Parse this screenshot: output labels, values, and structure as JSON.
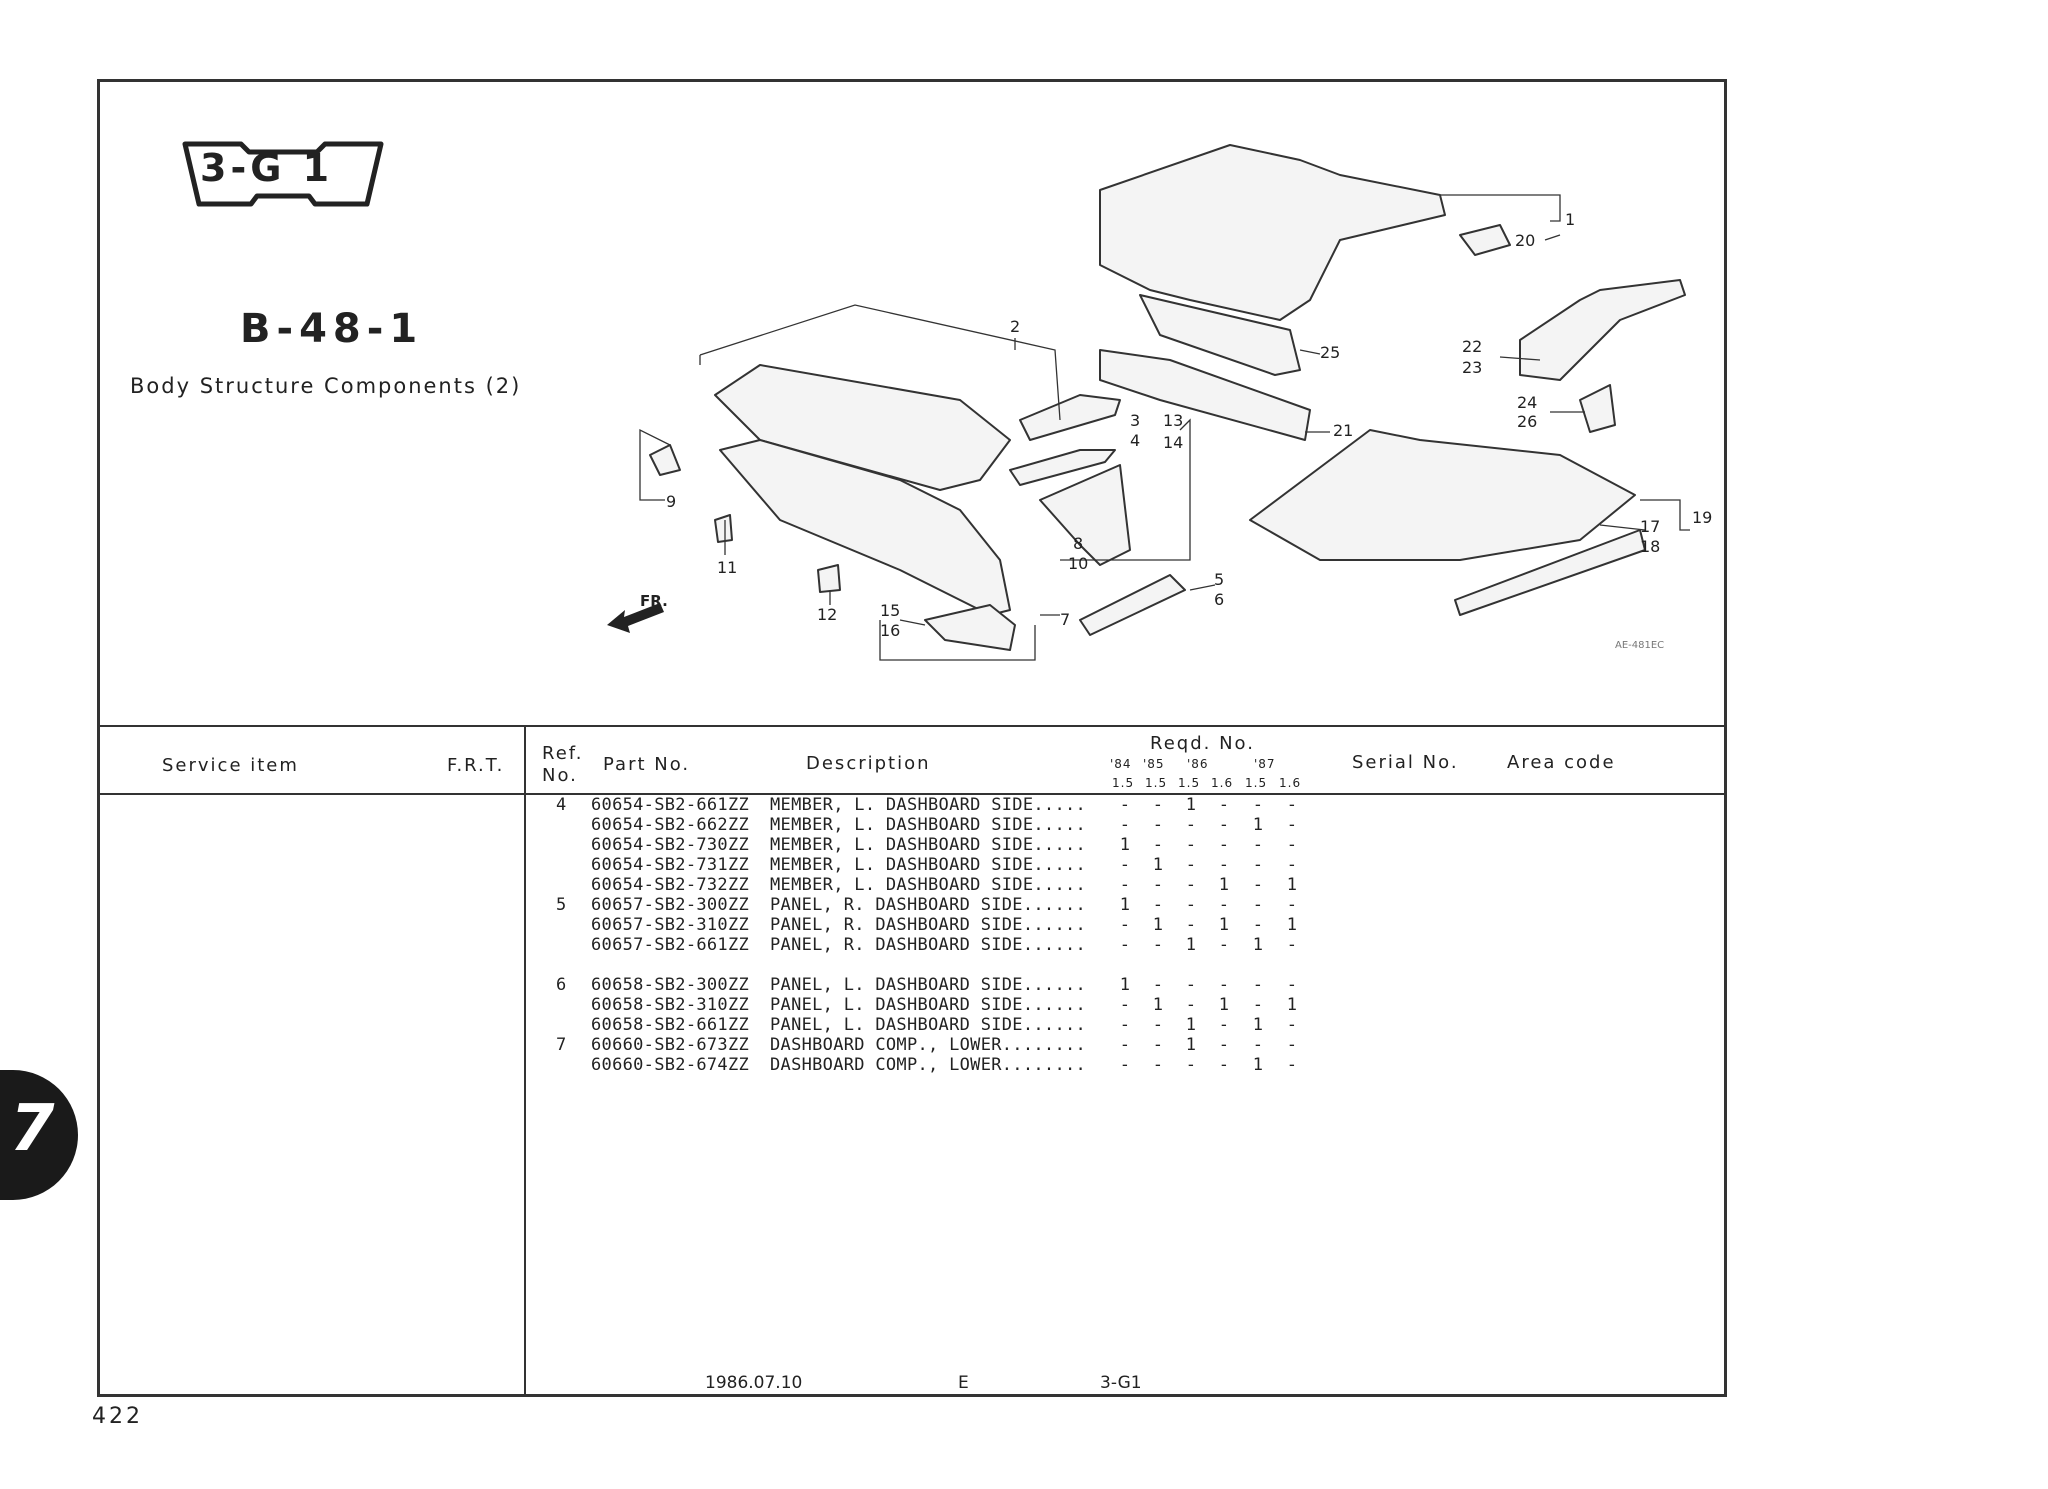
{
  "header": {
    "section_badge": "3-G 1",
    "figure_code": "B-48-1",
    "figure_title": "Body Structure Components (2)"
  },
  "diagram": {
    "fr_label": "FR.",
    "drawing_code": "AE-481EC",
    "callouts": {
      "c1": "1",
      "c20": "20",
      "c2": "2",
      "c25": "25",
      "c22": "22",
      "c23": "23",
      "c24": "24",
      "c26": "26",
      "c3": "3",
      "c4": "4",
      "c13": "13",
      "c14": "14",
      "c21": "21",
      "c9": "9",
      "c19": "19",
      "c17": "17",
      "c18": "18",
      "c8": "8",
      "c10": "10",
      "c11": "11",
      "c5": "5",
      "c6": "6",
      "c7": "7",
      "c12": "12",
      "c15": "15",
      "c16": "16"
    }
  },
  "table": {
    "headers": {
      "service_item": "Service   item",
      "frt": "F.R.T.",
      "ref_no_1": "Ref.",
      "ref_no_2": "No.",
      "part_no": "Part No.",
      "description": "Description",
      "reqd_no": "Reqd. No.",
      "years": [
        "'84",
        "'85",
        "'86",
        "'87"
      ],
      "engines": [
        "1.5",
        "1.5",
        "1.5",
        "1.6",
        "1.5",
        "1.6"
      ],
      "serial_no": "Serial No.",
      "area_code": "Area  code"
    },
    "rows": [
      {
        "ref": "4",
        "part": "60654-SB2-661ZZ",
        "desc": "MEMBER, L. DASHBOARD SIDE.....",
        "q": [
          "-",
          "-",
          "1",
          "-",
          "-",
          "-"
        ]
      },
      {
        "ref": "",
        "part": "60654-SB2-662ZZ",
        "desc": "MEMBER, L. DASHBOARD SIDE.....",
        "q": [
          "-",
          "-",
          "-",
          "-",
          "1",
          "-"
        ]
      },
      {
        "ref": "",
        "part": "60654-SB2-730ZZ",
        "desc": "MEMBER, L. DASHBOARD SIDE.....",
        "q": [
          "1",
          "-",
          "-",
          "-",
          "-",
          "-"
        ]
      },
      {
        "ref": "",
        "part": "60654-SB2-731ZZ",
        "desc": "MEMBER, L. DASHBOARD SIDE.....",
        "q": [
          "-",
          "1",
          "-",
          "-",
          "-",
          "-"
        ]
      },
      {
        "ref": "",
        "part": "60654-SB2-732ZZ",
        "desc": "MEMBER, L. DASHBOARD SIDE.....",
        "q": [
          "-",
          "-",
          "-",
          "1",
          "-",
          "1"
        ]
      },
      {
        "ref": "5",
        "part": "60657-SB2-300ZZ",
        "desc": "PANEL, R. DASHBOARD SIDE......",
        "q": [
          "1",
          "-",
          "-",
          "-",
          "-",
          "-"
        ]
      },
      {
        "ref": "",
        "part": "60657-SB2-310ZZ",
        "desc": "PANEL, R. DASHBOARD SIDE......",
        "q": [
          "-",
          "1",
          "-",
          "1",
          "-",
          "1"
        ]
      },
      {
        "ref": "",
        "part": "60657-SB2-661ZZ",
        "desc": "PANEL, R. DASHBOARD SIDE......",
        "q": [
          "-",
          "-",
          "1",
          "-",
          "1",
          "-"
        ]
      },
      {
        "ref": "6",
        "part": "60658-SB2-300ZZ",
        "desc": "PANEL, L. DASHBOARD SIDE......",
        "q": [
          "1",
          "-",
          "-",
          "-",
          "-",
          "-"
        ]
      },
      {
        "ref": "",
        "part": "60658-SB2-310ZZ",
        "desc": "PANEL, L. DASHBOARD SIDE......",
        "q": [
          "-",
          "1",
          "-",
          "1",
          "-",
          "1"
        ]
      },
      {
        "ref": "",
        "part": "60658-SB2-661ZZ",
        "desc": "PANEL, L. DASHBOARD SIDE......",
        "q": [
          "-",
          "-",
          "1",
          "-",
          "1",
          "-"
        ]
      },
      {
        "ref": "7",
        "part": "60660-SB2-673ZZ",
        "desc": "DASHBOARD COMP., LOWER........",
        "q": [
          "-",
          "-",
          "1",
          "-",
          "-",
          "-"
        ]
      },
      {
        "ref": "",
        "part": "60660-SB2-674ZZ",
        "desc": "DASHBOARD COMP., LOWER........",
        "q": [
          "-",
          "-",
          "-",
          "-",
          "1",
          "-"
        ]
      }
    ]
  },
  "footer": {
    "date": "1986.07.10",
    "edition": "E",
    "section": "3-G1",
    "page_number": "422"
  },
  "chapter_tab": "7"
}
